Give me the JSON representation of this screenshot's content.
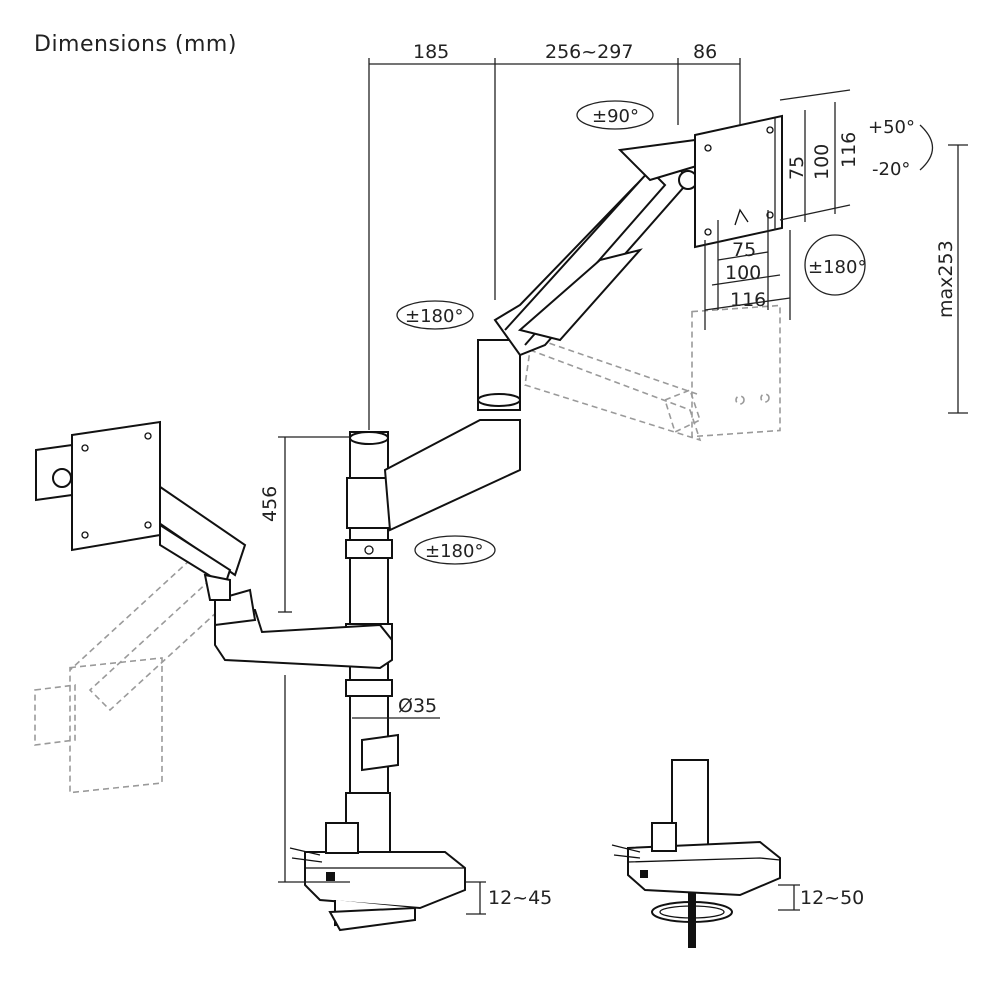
{
  "title": "Dimensions (mm)",
  "dimensions": {
    "d185": "185",
    "d256": "256~297",
    "d86": "86",
    "v75": "75",
    "v100": "100",
    "v116": "116",
    "h75": "75",
    "h100": "100",
    "h116": "116",
    "max253": "max253",
    "h456": "456",
    "dia35": "Ø35",
    "clamp": "12~45",
    "grommet": "12~50"
  },
  "rotations": {
    "top": "±90°",
    "arm": "±180°",
    "plate": "±180°",
    "pole": "±180°",
    "tilt_up": "+50°",
    "tilt_down": "-20°"
  },
  "colors": {
    "line": "#111111",
    "ghost": "#9a9a9a"
  }
}
